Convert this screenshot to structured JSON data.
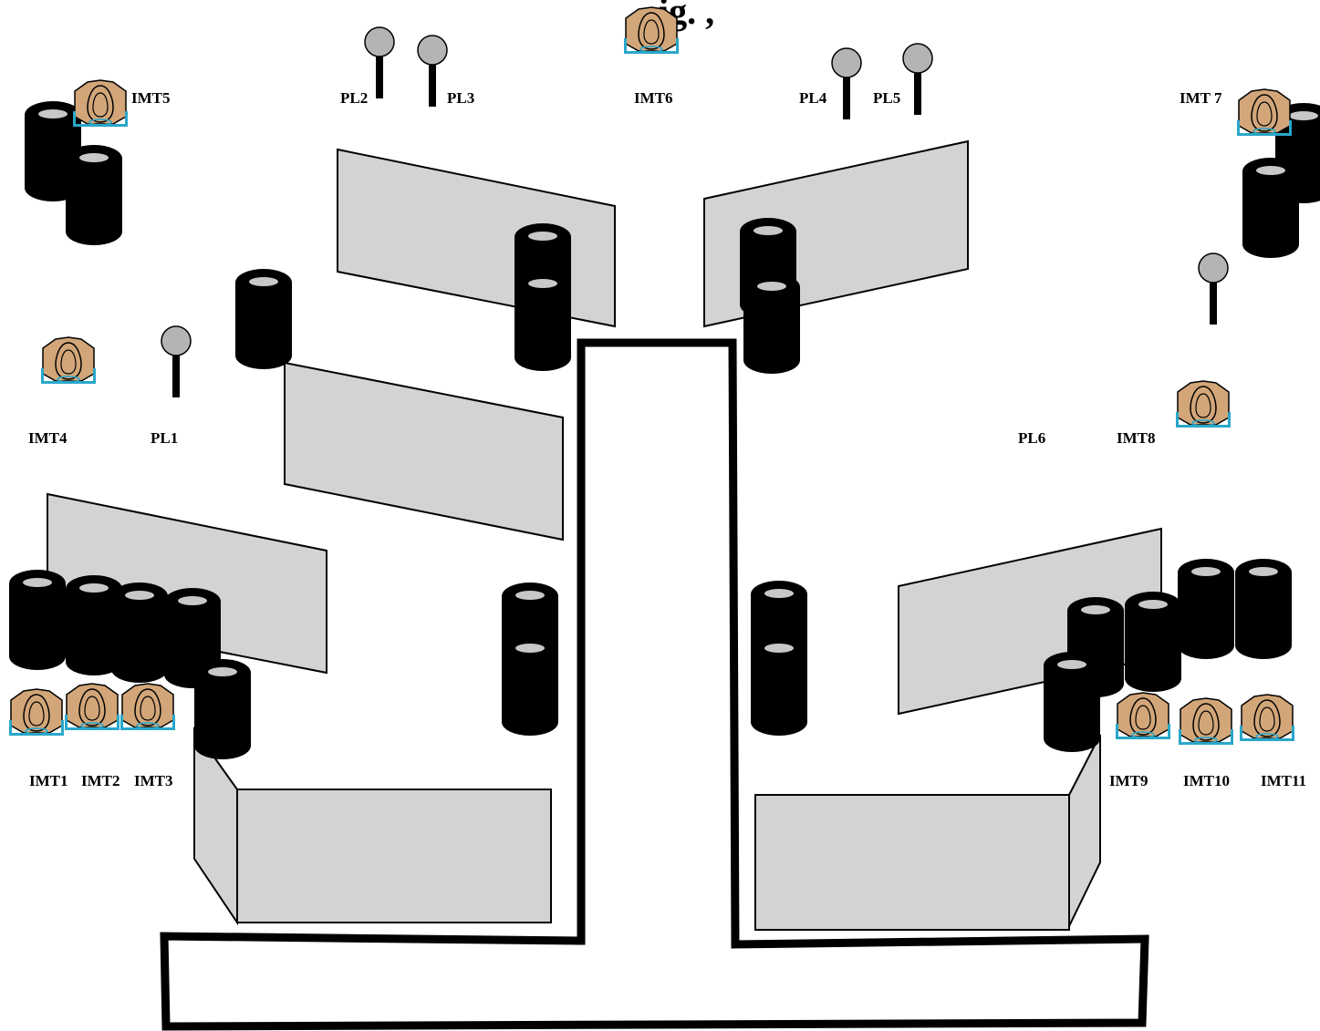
{
  "diagram": {
    "title_fragment": "ig.   ,",
    "colors": {
      "wall_fill": "#d3d3d3",
      "tire": "#000000",
      "tire_rim": "#c8c8c8",
      "popper_head": "#b4b4b4",
      "target_face": "#d2a679",
      "target_stand": "#2aa7c9",
      "course_path": "#000000"
    },
    "icons": {
      "target": "ipsc-mini-target-icon",
      "popper": "pepper-popper-icon",
      "tire_stack": "tire-stack-icon",
      "wall": "barrier-wall-panel"
    },
    "labels": {
      "pl1": "PL1",
      "pl2": "PL2",
      "pl3": "PL3",
      "pl4": "PL4",
      "pl5": "PL5",
      "pl6": "PL6",
      "imt1": "IMT1",
      "imt2": "IMT2",
      "imt3": "IMT3",
      "imt4": "IMT4",
      "imt5": "IMT5",
      "imt6": "IMT6",
      "imt7": "IMT 7",
      "imt8": "IMT8",
      "imt9": "IMT9",
      "imt10": "IMT10",
      "imt11": "IMT11"
    }
  }
}
